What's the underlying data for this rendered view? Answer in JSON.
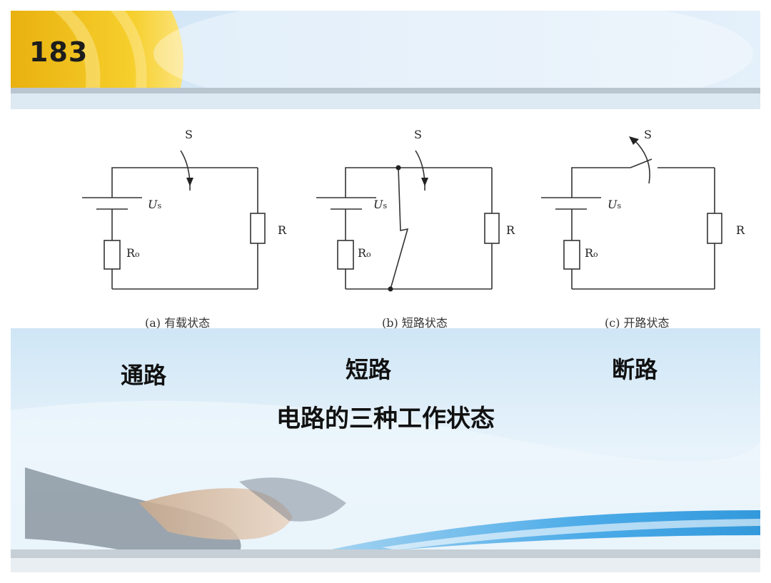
{
  "page_number": "183",
  "diagrams": [
    {
      "source_label": "U",
      "source_subscript": "s",
      "switch_label": "S",
      "internal_resistor": "R",
      "internal_resistor_subscript": "o",
      "load_resistor": "R",
      "caption": "(a) 有载状态"
    },
    {
      "source_label": "U",
      "source_subscript": "s",
      "switch_label": "S",
      "internal_resistor": "R",
      "internal_resistor_subscript": "o",
      "load_resistor": "R",
      "caption": "(b) 短路状态"
    },
    {
      "source_label": "U",
      "source_subscript": "s",
      "switch_label": "S",
      "internal_resistor": "R",
      "internal_resistor_subscript": "o",
      "load_resistor": "R",
      "caption": "(c) 开路状态"
    }
  ],
  "state_labels": {
    "pass": "通路",
    "short": "短路",
    "open": "断路"
  },
  "slide_title": "电路的三种工作状态",
  "colors": {
    "header_gold": "#f2c21c",
    "header_blue": "#d6e8f6",
    "accent_blue": "#1e8fd8",
    "line": "#333333"
  }
}
